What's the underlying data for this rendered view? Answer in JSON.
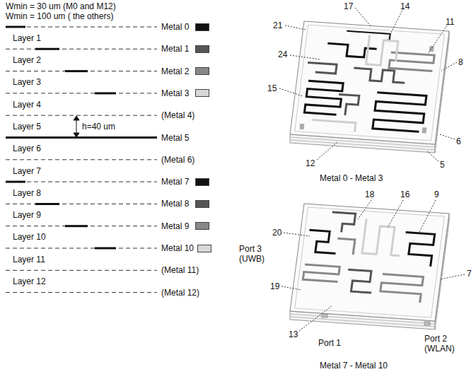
{
  "diagram": {
    "labels": [
      "Wmin = 30 um (M0 and M12)",
      "Wmin = 100 um ( the others)",
      "Layer 1",
      "Layer 2",
      "Layer 3",
      "Layer 4",
      "Layer 5",
      "Layer 6",
      "Layer 7",
      "Layer 8",
      "Layer 9",
      "Layer 10",
      "Layer 11",
      "Layer 12",
      "(Metal 4)",
      "h=40 um",
      "Metal 5",
      "(Metal 6)",
      "(Metal 11)",
      "(Metal 12)",
      "17",
      "14",
      "21",
      "11",
      "8",
      "24",
      "15",
      "6",
      "12",
      "5",
      "Metal 0 - Metal 3",
      "18",
      "16",
      "9",
      "20",
      "Port 3",
      "(UWB)",
      "19",
      "7",
      "13",
      "Port 2",
      "(WLAN)",
      "Port 1",
      "Metal 7 - Metal 10"
    ],
    "legend": [
      {
        "text": "Metal 0",
        "color": "#111111"
      },
      {
        "text": "Metal 1",
        "color": "#555555"
      },
      {
        "text": "Metal 2",
        "color": "#888888"
      },
      {
        "text": "Metal 3",
        "color": "#d8d8d8"
      },
      {
        "text": "Metal 7",
        "color": "#111111"
      },
      {
        "text": "Metal 8",
        "color": "#555555"
      },
      {
        "text": "Metal 9",
        "color": "#888888"
      },
      {
        "text": "Metal 10",
        "color": "#d8d8d8"
      }
    ]
  }
}
